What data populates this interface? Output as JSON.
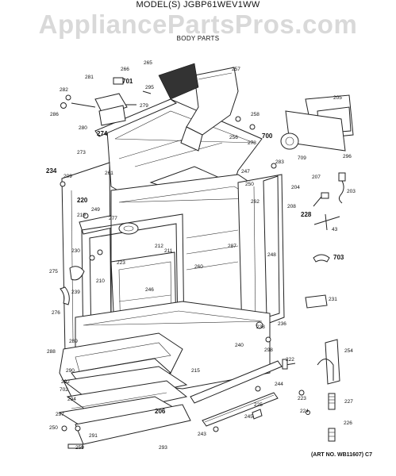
{
  "header": {
    "model_title": "MODEL(S) JGBP61WEV1WW",
    "watermark": "AppliancePartsPros.com",
    "section_title": "BODY PARTS"
  },
  "footer": {
    "art_number": "(ART NO. WB11607) C7"
  },
  "callouts": [
    {
      "id": "c265",
      "label": "265",
      "bold": false
    },
    {
      "id": "c257",
      "label": "257",
      "bold": false
    },
    {
      "id": "c266",
      "label": "266",
      "bold": false
    },
    {
      "id": "c281",
      "label": "281",
      "bold": false
    },
    {
      "id": "c701",
      "label": "701",
      "bold": true
    },
    {
      "id": "c282",
      "label": "282",
      "bold": false
    },
    {
      "id": "c295",
      "label": "295",
      "bold": false
    },
    {
      "id": "c279",
      "label": "279",
      "bold": false
    },
    {
      "id": "c286",
      "label": "286",
      "bold": false
    },
    {
      "id": "c280",
      "label": "280",
      "bold": false
    },
    {
      "id": "c274",
      "label": "274",
      "bold": true
    },
    {
      "id": "c258",
      "label": "258",
      "bold": false
    },
    {
      "id": "c205",
      "label": "205",
      "bold": false
    },
    {
      "id": "c700",
      "label": "700",
      "bold": true
    },
    {
      "id": "c256",
      "label": "256",
      "bold": false
    },
    {
      "id": "c278",
      "label": "278",
      "bold": false
    },
    {
      "id": "c273",
      "label": "273",
      "bold": false
    },
    {
      "id": "c709",
      "label": "709",
      "bold": false
    },
    {
      "id": "c296",
      "label": "296",
      "bold": false
    },
    {
      "id": "c234",
      "label": "234",
      "bold": true
    },
    {
      "id": "c209",
      "label": "209",
      "bold": false
    },
    {
      "id": "c261",
      "label": "261",
      "bold": false
    },
    {
      "id": "c247",
      "label": "247",
      "bold": false
    },
    {
      "id": "c283",
      "label": "283",
      "bold": false
    },
    {
      "id": "c207",
      "label": "207",
      "bold": false
    },
    {
      "id": "c250",
      "label": "250",
      "bold": false
    },
    {
      "id": "c204",
      "label": "204",
      "bold": false
    },
    {
      "id": "c203",
      "label": "203",
      "bold": false
    },
    {
      "id": "c220",
      "label": "220",
      "bold": true
    },
    {
      "id": "c262",
      "label": "262",
      "bold": false
    },
    {
      "id": "c208",
      "label": "208",
      "bold": false
    },
    {
      "id": "c249",
      "label": "249",
      "bold": false
    },
    {
      "id": "c277",
      "label": "277",
      "bold": false
    },
    {
      "id": "c219",
      "label": "219",
      "bold": false
    },
    {
      "id": "c228",
      "label": "228",
      "bold": true
    },
    {
      "id": "c43",
      "label": "43",
      "bold": false
    },
    {
      "id": "c212",
      "label": "212",
      "bold": false
    },
    {
      "id": "c211",
      "label": "211",
      "bold": false
    },
    {
      "id": "c248",
      "label": "248",
      "bold": false
    },
    {
      "id": "c230",
      "label": "230",
      "bold": false
    },
    {
      "id": "c287",
      "label": "287",
      "bold": false
    },
    {
      "id": "c703",
      "label": "703",
      "bold": true
    },
    {
      "id": "c223",
      "label": "223",
      "bold": false
    },
    {
      "id": "c260",
      "label": "260",
      "bold": false
    },
    {
      "id": "c275",
      "label": "275",
      "bold": false
    },
    {
      "id": "c210",
      "label": "210",
      "bold": false
    },
    {
      "id": "c246",
      "label": "246",
      "bold": false
    },
    {
      "id": "c239",
      "label": "239",
      "bold": false
    },
    {
      "id": "c276",
      "label": "276",
      "bold": false
    },
    {
      "id": "c231",
      "label": "231",
      "bold": false
    },
    {
      "id": "c236",
      "label": "236",
      "bold": false
    },
    {
      "id": "c238",
      "label": "238",
      "bold": false
    },
    {
      "id": "c289",
      "label": "289",
      "bold": false
    },
    {
      "id": "c288",
      "label": "288",
      "bold": false
    },
    {
      "id": "c240",
      "label": "240",
      "bold": false
    },
    {
      "id": "c298",
      "label": "298",
      "bold": false
    },
    {
      "id": "c254",
      "label": "254",
      "bold": false
    },
    {
      "id": "c222",
      "label": "222",
      "bold": false
    },
    {
      "id": "c215",
      "label": "215",
      "bold": false
    },
    {
      "id": "c290",
      "label": "290",
      "bold": false
    },
    {
      "id": "c292",
      "label": "292",
      "bold": false
    },
    {
      "id": "c244",
      "label": "244",
      "bold": false
    },
    {
      "id": "c702",
      "label": "702",
      "bold": false
    },
    {
      "id": "c294",
      "label": "294",
      "bold": false
    },
    {
      "id": "c223b",
      "label": "223",
      "bold": false
    },
    {
      "id": "c225",
      "label": "225",
      "bold": false
    },
    {
      "id": "c297",
      "label": "297",
      "bold": false
    },
    {
      "id": "c206",
      "label": "206",
      "bold": true
    },
    {
      "id": "c224",
      "label": "224",
      "bold": false
    },
    {
      "id": "c227",
      "label": "227",
      "bold": false
    },
    {
      "id": "c250b",
      "label": "250",
      "bold": false
    },
    {
      "id": "c291",
      "label": "291",
      "bold": false
    },
    {
      "id": "c245",
      "label": "245",
      "bold": false
    },
    {
      "id": "c243",
      "label": "243",
      "bold": false
    },
    {
      "id": "c226",
      "label": "226",
      "bold": false
    },
    {
      "id": "c259",
      "label": "259",
      "bold": false
    },
    {
      "id": "c293",
      "label": "293",
      "bold": false
    }
  ]
}
